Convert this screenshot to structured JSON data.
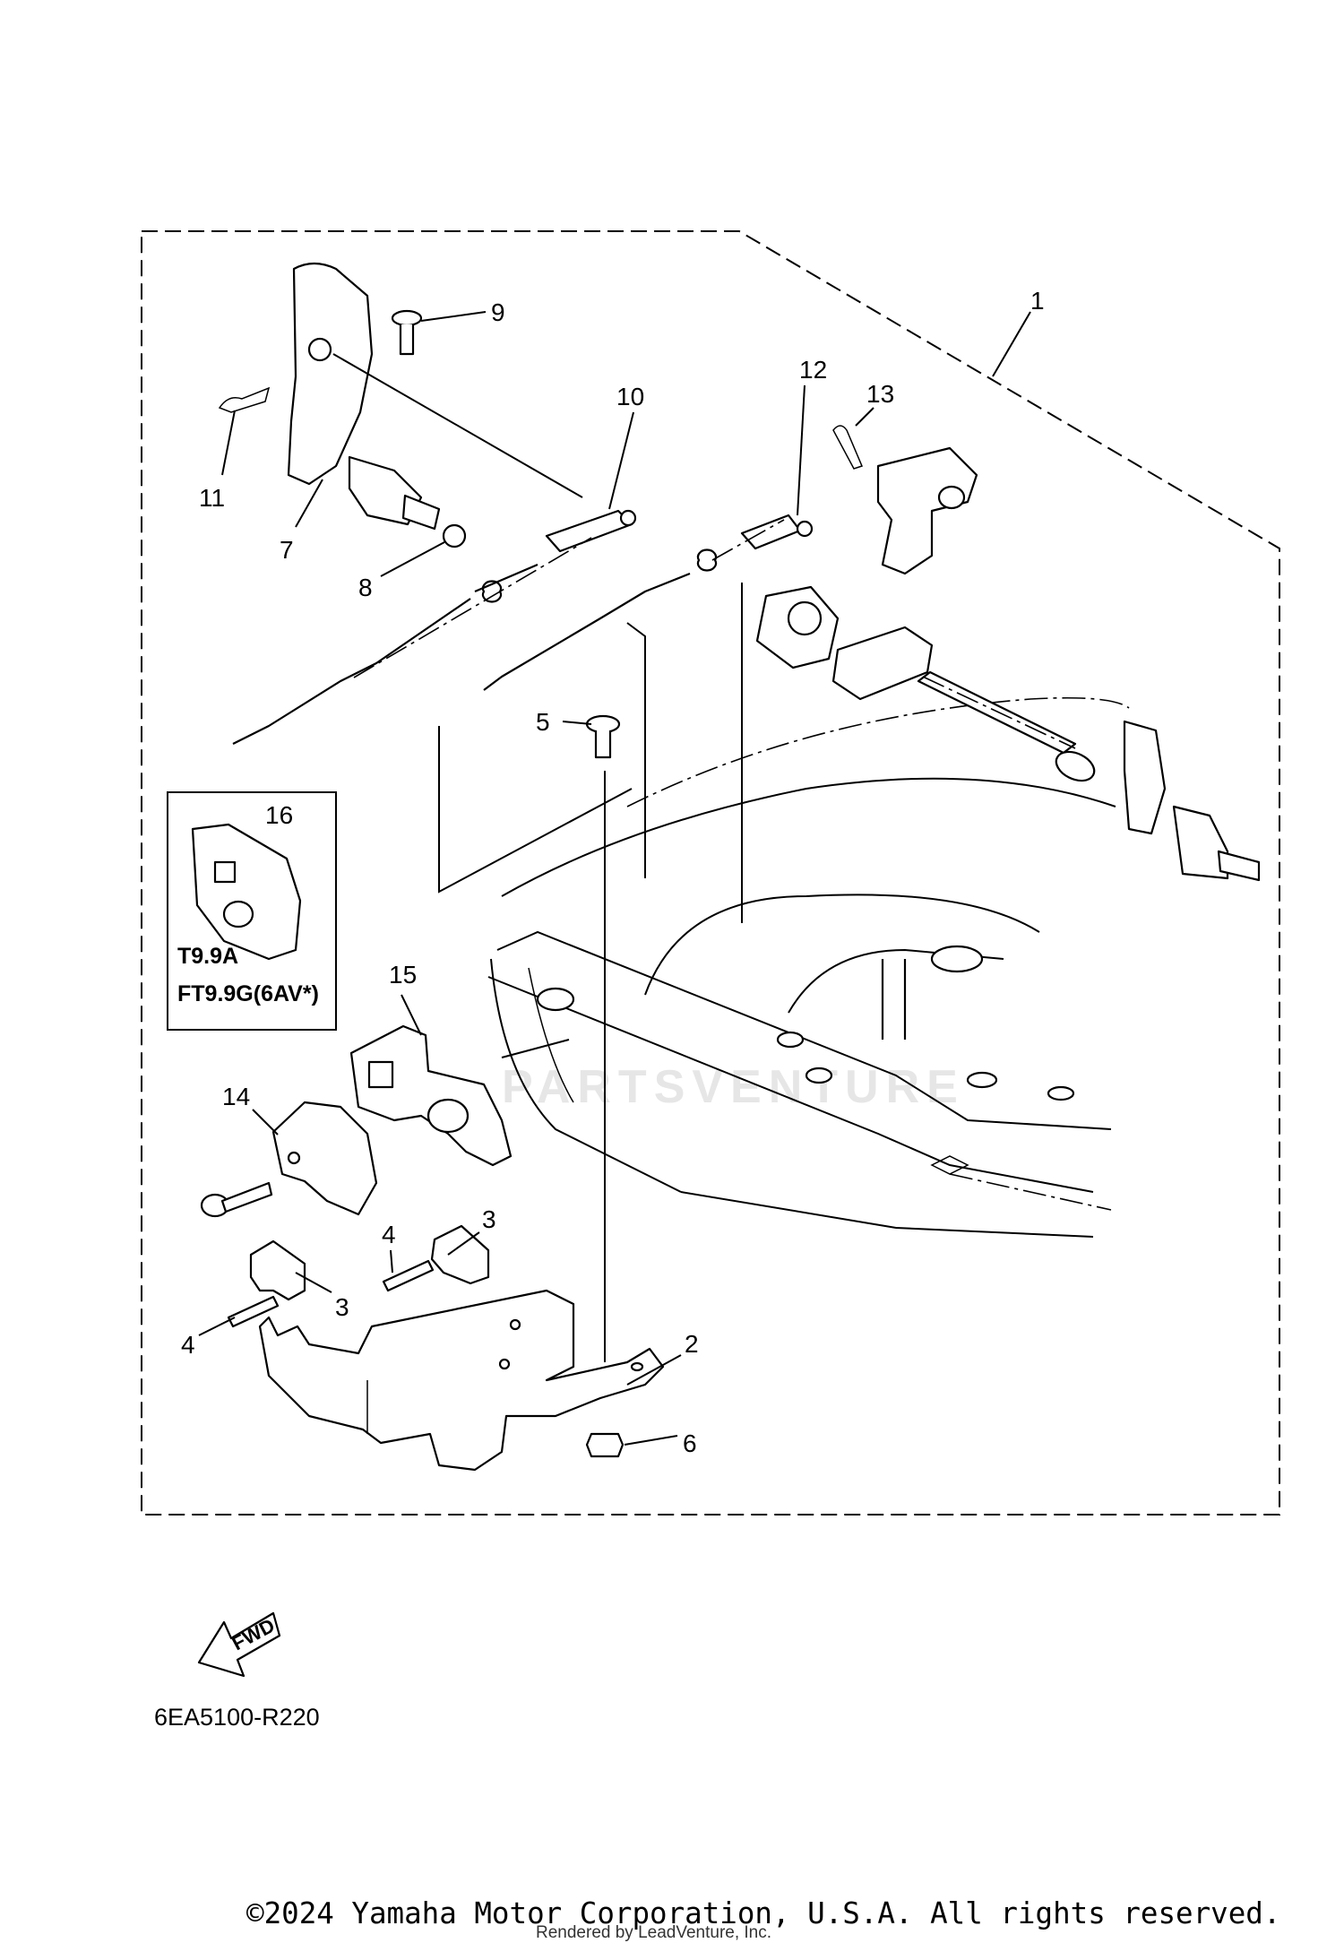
{
  "callouts": [
    {
      "id": "1",
      "label": "1"
    },
    {
      "id": "2",
      "label": "2"
    },
    {
      "id": "3a",
      "label": "3"
    },
    {
      "id": "3b",
      "label": "3"
    },
    {
      "id": "4a",
      "label": "4"
    },
    {
      "id": "4b",
      "label": "4"
    },
    {
      "id": "5",
      "label": "5"
    },
    {
      "id": "6",
      "label": "6"
    },
    {
      "id": "7",
      "label": "7"
    },
    {
      "id": "8",
      "label": "8"
    },
    {
      "id": "9",
      "label": "9"
    },
    {
      "id": "10",
      "label": "10"
    },
    {
      "id": "11",
      "label": "11"
    },
    {
      "id": "12",
      "label": "12"
    },
    {
      "id": "13",
      "label": "13"
    },
    {
      "id": "14",
      "label": "14"
    },
    {
      "id": "15",
      "label": "15"
    },
    {
      "id": "16",
      "label": "16"
    }
  ],
  "inset": {
    "model_line1": "T9.9A",
    "model_line2": "FT9.9G(6AV*)"
  },
  "fwd_arrow_label": "FWD",
  "diagram_code": "6EA5100-R220",
  "watermark": "PARTSVENTURE",
  "footer": {
    "copyright": "©2024 Yamaha Motor Corporation, U.S.A. All rights reserved.",
    "rendered_by": "Rendered by LeadVenture, Inc."
  }
}
